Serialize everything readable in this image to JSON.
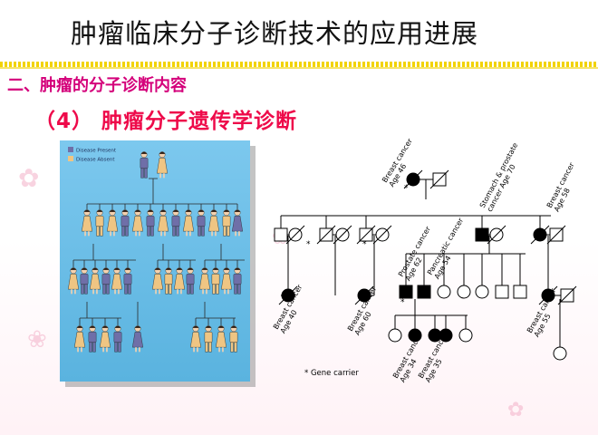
{
  "slide": {
    "title": "肿瘤临床分子诊断技术的应用进展",
    "section": "二、肿瘤的分子诊断内容",
    "subsection": "（4） 肿瘤分子遗传学诊断"
  },
  "left_figure": {
    "legend": [
      {
        "label": "Disease Present",
        "color": "#6f6fa8"
      },
      {
        "label": "Disease Absent",
        "color": "#efc583"
      }
    ],
    "bg_color": "#67bde6"
  },
  "right_figure": {
    "labels": {
      "gen1_left": "Breast cancer\nAge 46",
      "gen2_stomach": "Stomach & prostate\ncancer Age 70",
      "gen2_breast58": "Breast cancer\nAge 58",
      "gen3_prostate": "Prostate cancer\nAge 62",
      "gen3_pancreatic": "Pancreatic cancer\nAge 54",
      "gen3_breast40": "Breast cancer\nAge 40",
      "gen3_breast60": "Breast cancer\nAge 60",
      "gen3_breast55": "Breast cancer\nAge 55",
      "gen4_breast34": "Breast cancer\nAge 34",
      "gen4_breast35": "Breast cancer\nAge 35"
    },
    "note": "* Gene carrier"
  }
}
